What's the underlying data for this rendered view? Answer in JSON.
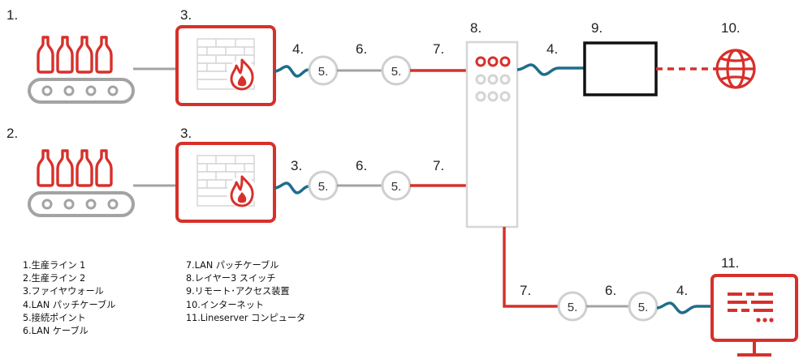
{
  "colors": {
    "red": "#d7302b",
    "blue": "#1f6d8c",
    "gray": "#a3a3a3",
    "light": "#cfcfcf"
  },
  "icons": [
    "bottle-icon",
    "conveyor-icon",
    "fire-icon",
    "brick-wall-icon",
    "globe-icon",
    "monitor-icon"
  ],
  "diagram": {
    "row1": {
      "line_label": "1.",
      "firewall_label": "3.",
      "cable1": "4.",
      "cable2": "6.",
      "cable3": "7.",
      "point1": "5.",
      "point2": "5."
    },
    "row2": {
      "line_label": "2.",
      "firewall_label": "3.",
      "cable1": "3.",
      "cable2": "6.",
      "cable3": "7.",
      "point1": "5.",
      "point2": "5."
    },
    "switch_label": "8.",
    "remote_cable": "4.",
    "remote_label": "9.",
    "internet_label": "10.",
    "computer_label": "11.",
    "bottom": {
      "cable_red": "7.",
      "cable_gray": "6.",
      "cable_blue": "4.",
      "point1": "5.",
      "point2": "5."
    }
  },
  "legend": {
    "left": [
      "1.生産ライン 1",
      "2.生産ライン 2",
      "3.ファイヤウォール",
      "4.LAN パッチケーブル",
      "5.接続ポイント",
      "6.LAN ケーブル"
    ],
    "right": [
      "7.LAN パッチケーブル",
      "8.レイヤー3 スイッチ",
      "9.リモート･アクセス装置",
      "10.インターネット",
      "11.Lineserver コンピュータ"
    ]
  }
}
